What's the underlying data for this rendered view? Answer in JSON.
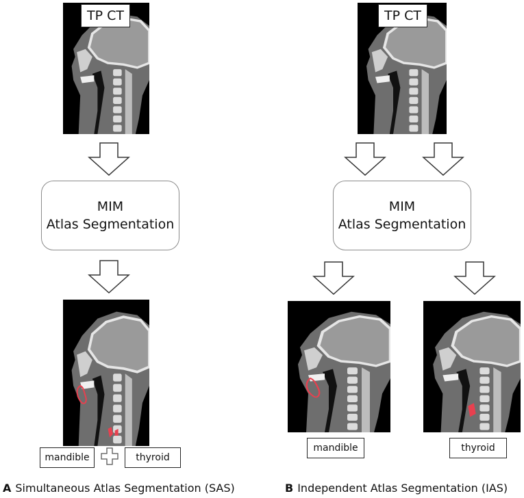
{
  "panel_a": {
    "letter": "A",
    "caption": "Simultaneous Atlas Segmentation (SAS)",
    "input_label": "TP CT",
    "process_line1": "MIM",
    "process_line2": "Atlas Segmentation",
    "output_label_1": "mandible",
    "output_label_2": "thyroid"
  },
  "panel_b": {
    "letter": "B",
    "caption": "Independent Atlas Segmentation (IAS)",
    "input_label": "TP CT",
    "process_line1": "MIM",
    "process_line2": "Atlas Segmentation",
    "output_label_1": "mandible",
    "output_label_2": "thyroid"
  },
  "colors": {
    "contour": "#e8404f",
    "ct_background": "#000000",
    "ct_bone": "#e6e6e6",
    "ct_tissue": "#8c8c8c"
  }
}
